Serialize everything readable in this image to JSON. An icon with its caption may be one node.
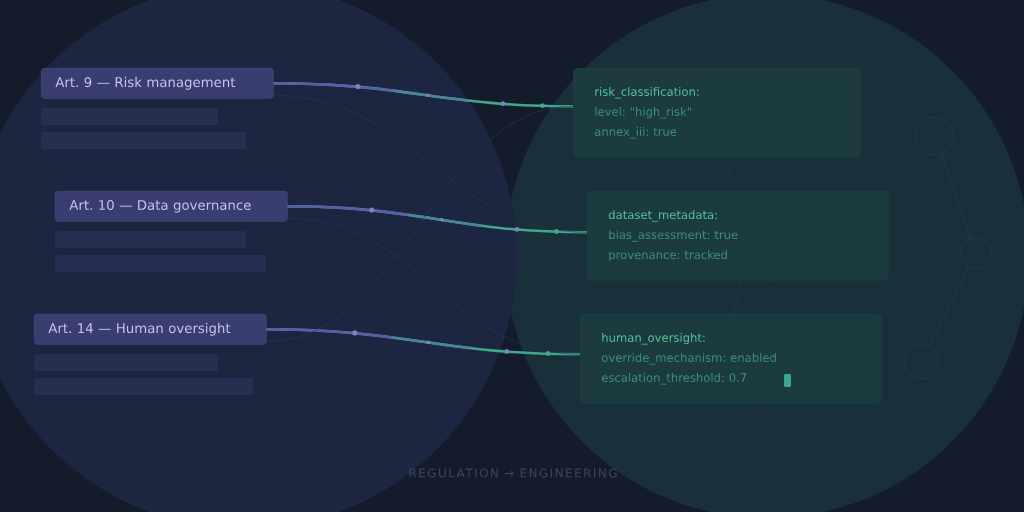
{
  "diagram": {
    "nodes": [
      {
        "text": [
          "Art. 9 — Risk management"
        ]
      },
      {
        "text": [
          "Art. 10 — Data governance"
        ]
      },
      {
        "text": [
          "Art. 14 — Human oversight"
        ]
      },
      {
        "text": [
          "risk_classification:",
          "level: \"high_risk\"",
          "annex_iii: true"
        ]
      },
      {
        "text": [
          "dataset_metadata:",
          "bias_assessment: true",
          "provenance: tracked"
        ]
      },
      {
        "text": [
          "human_oversight:",
          "override_mechanism: enabled",
          "escalation_threshold: 0.7"
        ]
      }
    ],
    "edges": [
      {
        "from": 0,
        "to": 3,
        "arrow": "none",
        "style": "thick",
        "color": "#3fa88a"
      },
      {
        "from": 1,
        "to": 4,
        "arrow": "none",
        "style": "thick",
        "color": "#3fa88a"
      },
      {
        "from": 2,
        "to": 5,
        "arrow": "none",
        "style": "thick",
        "color": "#3fa88a"
      },
      {
        "from": 0,
        "to": 4,
        "arrow": "none"
      },
      {
        "from": 1,
        "to": 5,
        "arrow": "none"
      },
      {
        "from": 2,
        "to": 3,
        "arrow": "none"
      },
      {
        "from": 3,
        "to": 4,
        "arrow": "none"
      },
      {
        "from": 4,
        "to": 5,
        "arrow": "none"
      }
    ],
    "caption": "REGULATION → ENGINEERING"
  }
}
